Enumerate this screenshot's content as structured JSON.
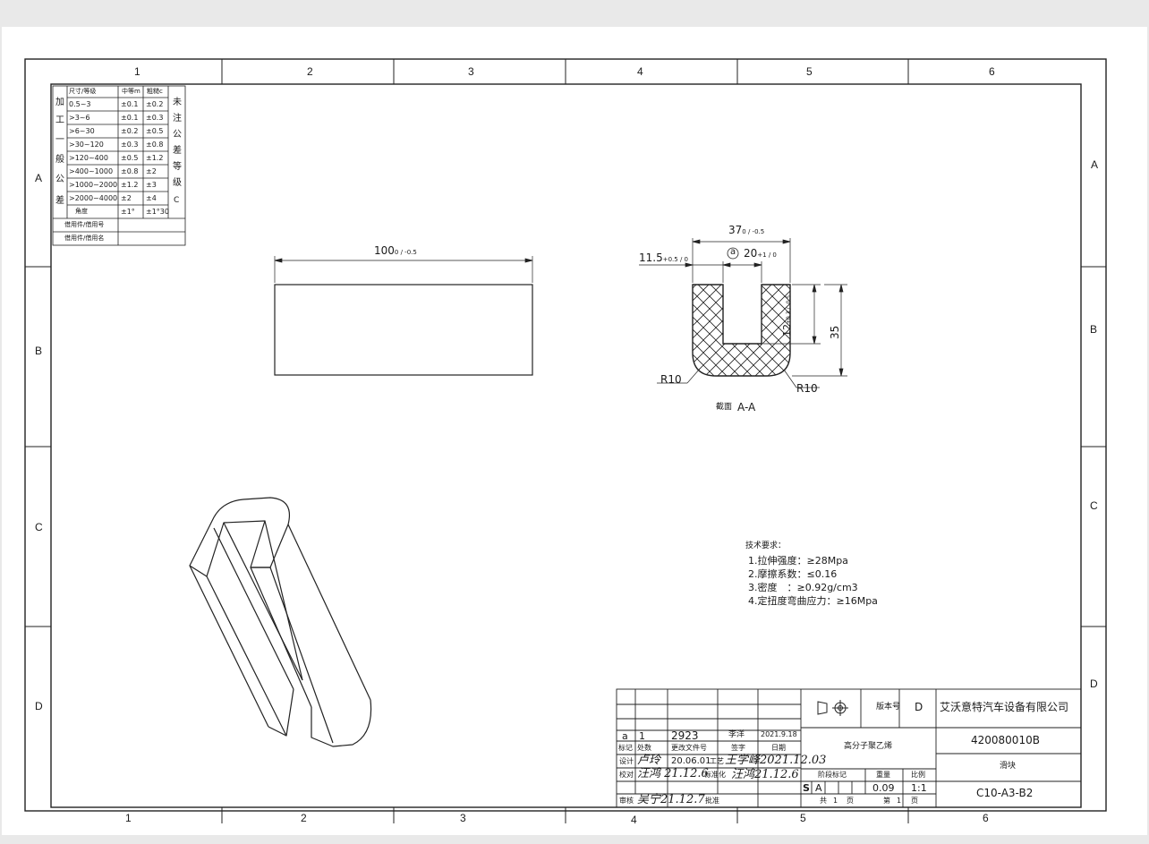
{
  "zones": {
    "top": [
      "1",
      "2",
      "3",
      "4",
      "5",
      "6"
    ],
    "bottom": [
      "1",
      "2",
      "3",
      "4",
      "5",
      "6"
    ],
    "left": [
      "A",
      "B",
      "C",
      "D"
    ],
    "right": [
      "A",
      "B",
      "C",
      "D"
    ]
  },
  "tolerance_table": {
    "side_label": [
      "加",
      "工",
      "一",
      "般",
      "公",
      "差"
    ],
    "right_label": [
      "未",
      "注",
      "公",
      "差",
      "等",
      "级",
      "C"
    ],
    "headers": [
      "尺寸/等级",
      "中等m",
      "粗糙c"
    ],
    "rows": [
      [
        "0.5~3",
        "±0.1",
        "±0.2"
      ],
      [
        ">3~6",
        "±0.1",
        "±0.3"
      ],
      [
        ">6~30",
        "±0.2",
        "±0.5"
      ],
      [
        ">30~120",
        "±0.3",
        "±0.8"
      ],
      [
        ">120~400",
        "±0.5",
        "±1.2"
      ],
      [
        ">400~1000",
        "±0.8",
        "±2"
      ],
      [
        ">1000~2000",
        "±1.2",
        "±3"
      ],
      [
        ">2000~4000",
        "±2",
        "±4"
      ]
    ],
    "angle_row": [
      "角度",
      "±1°",
      "±1°30"
    ],
    "extra_rows": [
      "借用件/借用号",
      "借用件/借用名"
    ]
  },
  "dims": {
    "length": "100",
    "length_tol": "0 / -0.5",
    "width": "37",
    "width_tol": "0 / -0.5",
    "left_offset": "11.5",
    "left_offset_tol": "+0.5 / 0",
    "slot_mark": "a",
    "slot_width": "20",
    "slot_tol": "+1 / 0",
    "slot_depth": "12",
    "slot_depth_tol": "+0.3 / -0.5",
    "height": "35",
    "radius_left": "R10",
    "radius_right": "R10",
    "section_label": "截面",
    "section_name": "A-A"
  },
  "tech": {
    "title": "技术要求：",
    "items": [
      "1.拉伸强度：≥28Mpa",
      "2.摩擦系数：≤0.16",
      "3.密度　：≥0.92g/cm3",
      "4.定扭度弯曲应力：≥16Mpa"
    ]
  },
  "title_block": {
    "version_label": "版本号",
    "version": "D",
    "company": "艾沃意特汽车设备有限公司",
    "part_no": "420080010B",
    "material": "高分子聚乙烯",
    "part_name": "滑块",
    "drawing_code": "C10-A3-B2",
    "rev_row": [
      "a",
      "1",
      "2923",
      "李洋",
      "2021.9.18"
    ],
    "rev_header": [
      "标记",
      "处数",
      "更改文件号",
      "签字",
      "日期"
    ],
    "design_label": "设计",
    "design_date": "20.06.01",
    "process_label": "工艺",
    "process_sig": "王学峰2021.12.03",
    "check_label": "校对",
    "check_sig": "汪鸿 21.12.6",
    "std_label": "标准化",
    "std_sig": "汪鸿21.12.6",
    "review_label": "审核",
    "review_sig": "吴宁21.12.7",
    "approve_label": "批准",
    "designer_sig": "卢玲",
    "stage_label": "阶段标记",
    "weight_label": "重量",
    "scale_label": "比例",
    "stage_s": "S",
    "stage_a": "A",
    "weight": "0.09",
    "scale": "1:1",
    "total_label": "共",
    "total_pages": "1",
    "page_unit": "页",
    "sheet_label": "第",
    "sheet_no": "1",
    "sheet_unit": "页"
  }
}
